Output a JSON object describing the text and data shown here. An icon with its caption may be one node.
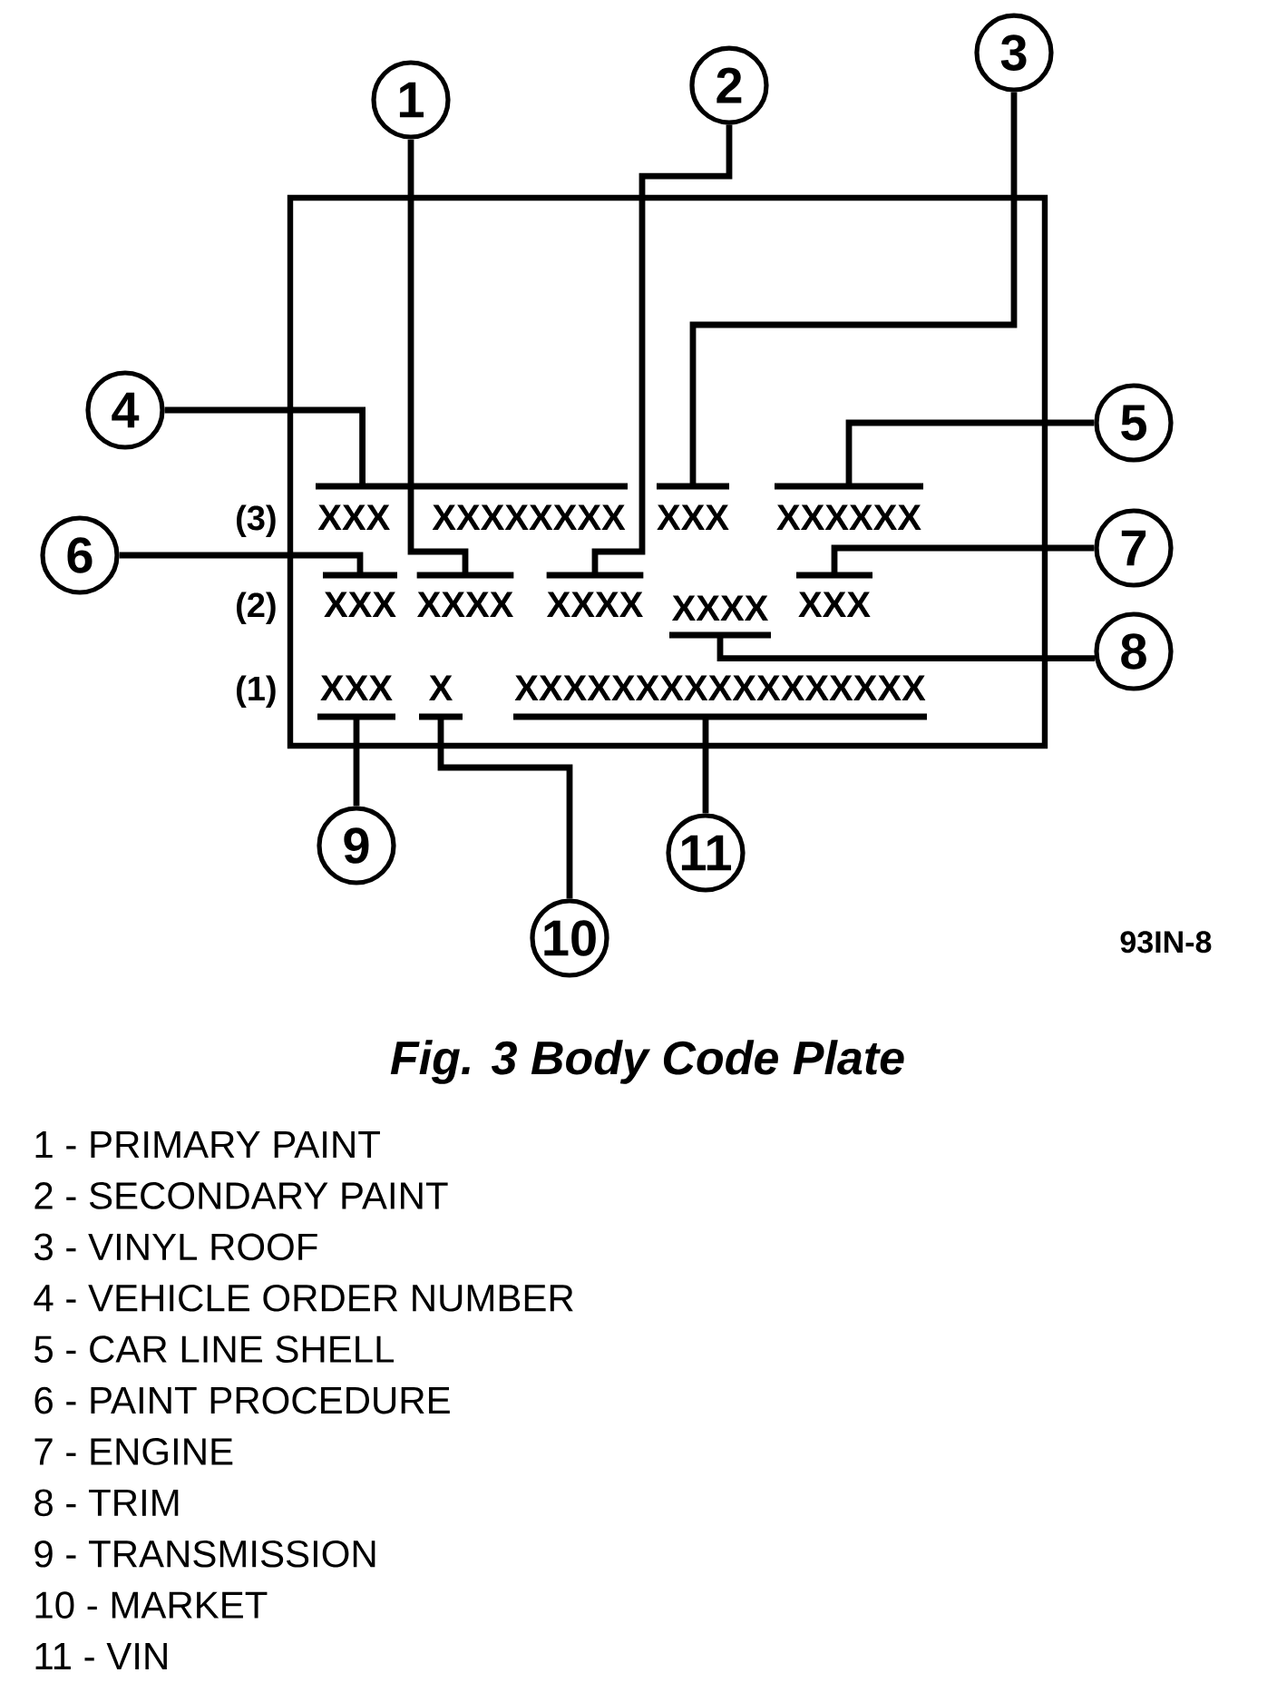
{
  "diagram": {
    "caption": "Fig. 3 Body Code Plate",
    "nodes": [
      {
        "text": [],
        "shape": "box"
      },
      {
        "text": [
          "XXX",
          "XXXXXXXX"
        ],
        "in": 0
      },
      {
        "text": [
          "XXX"
        ],
        "in": 0
      },
      {
        "text": [
          "XXXXXX"
        ],
        "in": 0
      },
      {
        "text": [
          "XXX"
        ],
        "in": 0
      },
      {
        "text": [
          "XXXX"
        ],
        "in": 0
      },
      {
        "text": [
          "XXXX"
        ],
        "in": 0
      },
      {
        "text": [
          "XXXX"
        ],
        "in": 0
      },
      {
        "text": [
          "XXX"
        ],
        "in": 0
      },
      {
        "text": [
          "XXX"
        ],
        "in": 0
      },
      {
        "text": [
          "X"
        ],
        "in": 0
      },
      {
        "text": [
          "XXXXXXXXXXXXXXXXX"
        ],
        "in": 0
      },
      {
        "text": [
          "1"
        ]
      },
      {
        "text": [
          "2"
        ]
      },
      {
        "text": [
          "3"
        ]
      },
      {
        "text": [
          "4"
        ]
      },
      {
        "text": [
          "5"
        ]
      },
      {
        "text": [
          "6"
        ]
      },
      {
        "text": [
          "7"
        ]
      },
      {
        "text": [
          "8"
        ]
      },
      {
        "text": [
          "9"
        ]
      },
      {
        "text": [
          "10"
        ]
      },
      {
        "text": [
          "11"
        ]
      }
    ],
    "edges": [
      {
        "from": 12,
        "to": 5,
        "arrow": "none"
      },
      {
        "from": 13,
        "to": 6,
        "arrow": "none"
      },
      {
        "from": 14,
        "to": 2,
        "arrow": "none"
      },
      {
        "from": 15,
        "to": 1,
        "arrow": "none"
      },
      {
        "from": 16,
        "to": 3,
        "arrow": "none"
      },
      {
        "from": 17,
        "to": 4,
        "arrow": "none"
      },
      {
        "from": 18,
        "to": 8,
        "arrow": "none"
      },
      {
        "from": 19,
        "to": 7,
        "arrow": "none"
      },
      {
        "from": 20,
        "to": 9,
        "arrow": "none"
      },
      {
        "from": 21,
        "to": 10,
        "arrow": "none"
      },
      {
        "from": 22,
        "to": 11,
        "arrow": "none"
      }
    ],
    "labels": [
      "(3)",
      "(2)",
      "(1)",
      "93IN-8",
      "1 - PRIMARY PAINT",
      "2 - SECONDARY PAINT",
      "3 - VINYL ROOF",
      "4 - VEHICLE ORDER NUMBER",
      "5 - CAR LINE SHELL",
      "6 - PAINT PROCEDURE",
      "7 - ENGINE",
      "8 - TRIM",
      "9 - TRANSMISSION",
      "10 - MARKET",
      "11 - VIN"
    ]
  }
}
